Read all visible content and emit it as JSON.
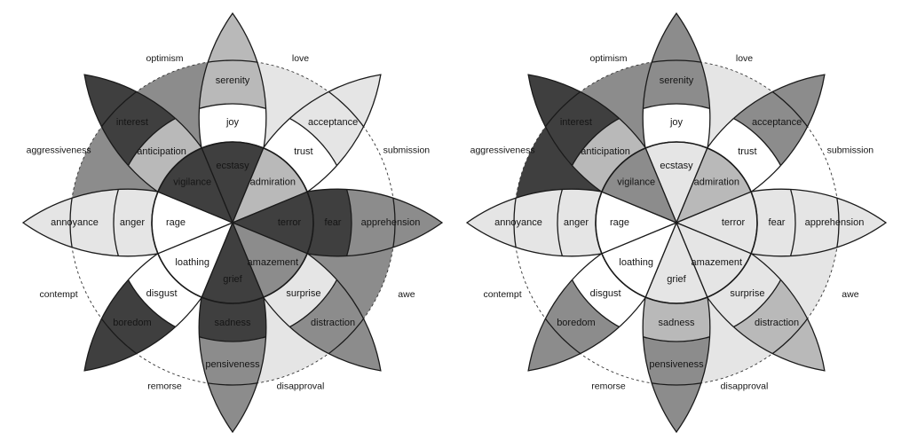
{
  "wheels": [
    {
      "name": "left",
      "dyads": [
        {
          "label": "love",
          "color": "#e5e5e5"
        },
        {
          "label": "submission",
          "color": "#ffffff"
        },
        {
          "label": "awe",
          "color": "#8c8c8c"
        },
        {
          "label": "disapproval",
          "color": "#e5e5e5"
        },
        {
          "label": "remorse",
          "color": "#ffffff"
        },
        {
          "label": "contempt",
          "color": "#ffffff"
        },
        {
          "label": "aggressiveness",
          "color": "#8c8c8c"
        },
        {
          "label": "optimism",
          "color": "#8c8c8c"
        }
      ],
      "petals": [
        {
          "intense": "ecstasy",
          "primary": "joy",
          "mild": "serenity",
          "colors": {
            "tip": "#b9b9b9",
            "mild": "#b9b9b9",
            "primary": "#ffffff",
            "intense": "#3f3f3f"
          }
        },
        {
          "intense": "admiration",
          "primary": "trust",
          "mild": "acceptance",
          "colors": {
            "tip": "#e5e5e5",
            "mild": "#e5e5e5",
            "primary": "#ffffff",
            "intense": "#b9b9b9"
          }
        },
        {
          "intense": "terror",
          "primary": "fear",
          "mild": "apprehension",
          "colors": {
            "tip": "#8c8c8c",
            "mild": "#8c8c8c",
            "primary": "#3f3f3f",
            "intense": "#3f3f3f"
          }
        },
        {
          "intense": "amazement",
          "primary": "surprise",
          "mild": "distraction",
          "colors": {
            "tip": "#8c8c8c",
            "mild": "#8c8c8c",
            "primary": "#e5e5e5",
            "intense": "#8c8c8c"
          }
        },
        {
          "intense": "grief",
          "primary": "sadness",
          "mild": "pensiveness",
          "colors": {
            "tip": "#8c8c8c",
            "mild": "#8c8c8c",
            "primary": "#3f3f3f",
            "intense": "#3f3f3f"
          }
        },
        {
          "intense": "loathing",
          "primary": "disgust",
          "mild": "boredom",
          "colors": {
            "tip": "#3f3f3f",
            "mild": "#3f3f3f",
            "primary": "#ffffff",
            "intense": "#ffffff"
          }
        },
        {
          "intense": "rage",
          "primary": "anger",
          "mild": "annoyance",
          "colors": {
            "tip": "#e5e5e5",
            "mild": "#e5e5e5",
            "primary": "#e5e5e5",
            "intense": "#ffffff"
          }
        },
        {
          "intense": "vigilance",
          "primary": "anticipation",
          "mild": "interest",
          "colors": {
            "tip": "#3f3f3f",
            "mild": "#3f3f3f",
            "primary": "#b9b9b9",
            "intense": "#3f3f3f"
          }
        }
      ]
    },
    {
      "name": "right",
      "dyads": [
        {
          "label": "love",
          "color": "#e5e5e5"
        },
        {
          "label": "submission",
          "color": "#ffffff"
        },
        {
          "label": "awe",
          "color": "#e5e5e5"
        },
        {
          "label": "disapproval",
          "color": "#e5e5e5"
        },
        {
          "label": "remorse",
          "color": "#ffffff"
        },
        {
          "label": "contempt",
          "color": "#ffffff"
        },
        {
          "label": "aggressiveness",
          "color": "#3f3f3f"
        },
        {
          "label": "optimism",
          "color": "#8c8c8c"
        }
      ],
      "petals": [
        {
          "intense": "ecstasy",
          "primary": "joy",
          "mild": "serenity",
          "colors": {
            "tip": "#8c8c8c",
            "mild": "#8c8c8c",
            "primary": "#ffffff",
            "intense": "#e5e5e5"
          }
        },
        {
          "intense": "admiration",
          "primary": "trust",
          "mild": "acceptance",
          "colors": {
            "tip": "#8c8c8c",
            "mild": "#8c8c8c",
            "primary": "#ffffff",
            "intense": "#b9b9b9"
          }
        },
        {
          "intense": "terror",
          "primary": "fear",
          "mild": "apprehension",
          "colors": {
            "tip": "#e5e5e5",
            "mild": "#e5e5e5",
            "primary": "#e5e5e5",
            "intense": "#e5e5e5"
          }
        },
        {
          "intense": "amazement",
          "primary": "surprise",
          "mild": "distraction",
          "colors": {
            "tip": "#b9b9b9",
            "mild": "#b9b9b9",
            "primary": "#e5e5e5",
            "intense": "#e5e5e5"
          }
        },
        {
          "intense": "grief",
          "primary": "sadness",
          "mild": "pensiveness",
          "colors": {
            "tip": "#8c8c8c",
            "mild": "#8c8c8c",
            "primary": "#b9b9b9",
            "intense": "#e5e5e5"
          }
        },
        {
          "intense": "loathing",
          "primary": "disgust",
          "mild": "boredom",
          "colors": {
            "tip": "#8c8c8c",
            "mild": "#8c8c8c",
            "primary": "#ffffff",
            "intense": "#ffffff"
          }
        },
        {
          "intense": "rage",
          "primary": "anger",
          "mild": "annoyance",
          "colors": {
            "tip": "#e5e5e5",
            "mild": "#e5e5e5",
            "primary": "#e5e5e5",
            "intense": "#ffffff"
          }
        },
        {
          "intense": "vigilance",
          "primary": "anticipation",
          "mild": "interest",
          "colors": {
            "tip": "#3f3f3f",
            "mild": "#3f3f3f",
            "primary": "#b9b9b9",
            "intense": "#8c8c8c"
          }
        }
      ]
    }
  ]
}
